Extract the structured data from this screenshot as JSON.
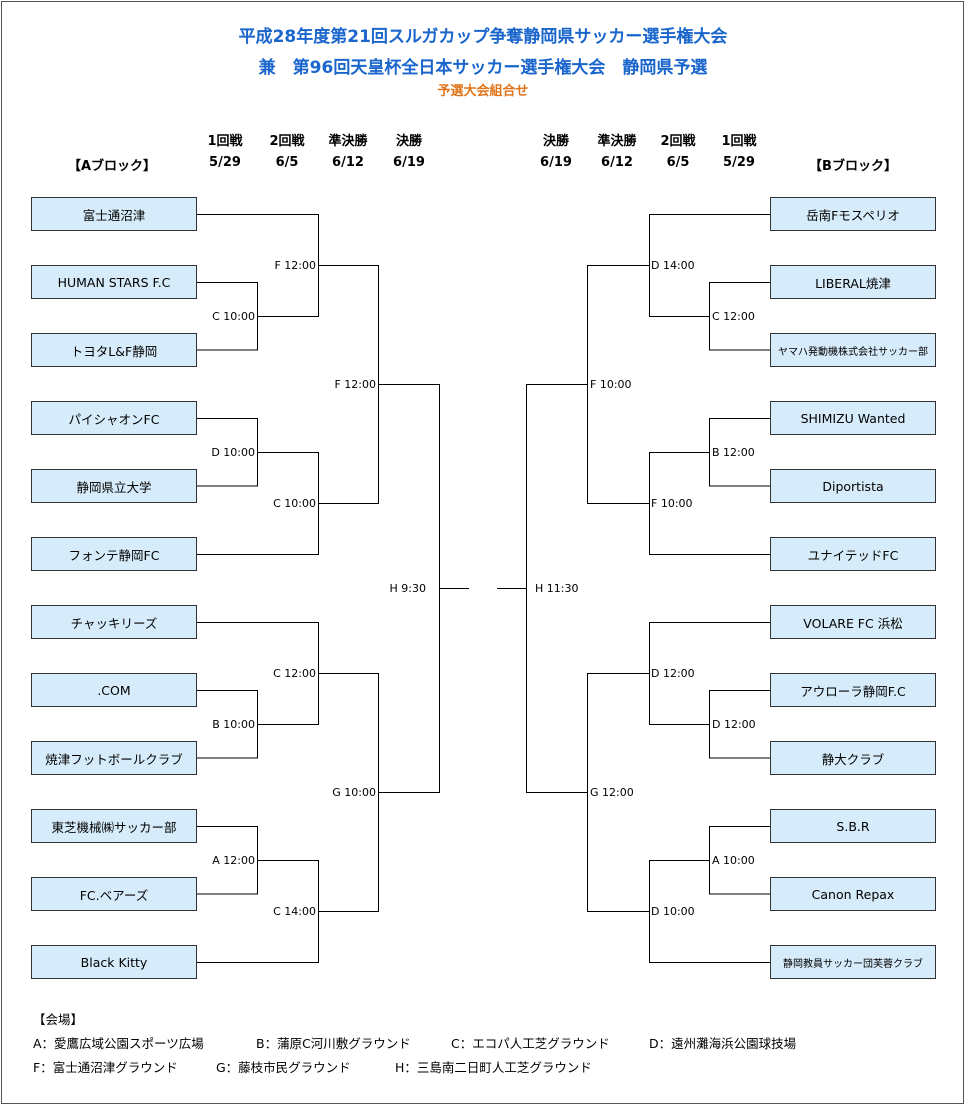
{
  "title_line1": "平成28年度第21回スルガカップ争奪静岡県サッカー選手権大会",
  "title_line2": "兼　第96回天皇杯全日本サッカー選手権大会　静岡県予選",
  "subtitle": "予選大会組合せ",
  "left_block_label": "【Aブロック】",
  "right_block_label": "【Bブロック】",
  "rounds_left": [
    {
      "name": "1回戦",
      "date": "5/29"
    },
    {
      "name": "2回戦",
      "date": "6/5"
    },
    {
      "name": "準決勝",
      "date": "6/12"
    },
    {
      "name": "決勝",
      "date": "6/19"
    }
  ],
  "rounds_right": [
    {
      "name": "決勝",
      "date": "6/19"
    },
    {
      "name": "準決勝",
      "date": "6/12"
    },
    {
      "name": "2回戦",
      "date": "6/5"
    },
    {
      "name": "1回戦",
      "date": "5/29"
    }
  ],
  "teams_a": [
    "富士通沼津",
    "HUMAN STARS F.C",
    "トヨタL&F静岡",
    "パイシャオンFC",
    "静岡県立大学",
    "フォンテ静岡FC",
    "チャッキリーズ",
    ".COM",
    "焼津フットボールクラブ",
    "東芝機械㈱サッカー部",
    "FC.ベアーズ",
    "Black  Kitty"
  ],
  "teams_b": [
    "岳南Fモスペリオ",
    "LIBERAL焼津",
    "ヤマハ発動機株式会社サッカー部",
    "SHIMIZU Wanted",
    "Diportista",
    "ユナイテッドFC",
    "VOLARE FC 浜松",
    "アウローラ静岡F.C",
    "静大クラブ",
    "S.B.R",
    "Canon Repax",
    "静岡教員サッカー団芙蓉クラブ"
  ],
  "matches_a": {
    "r1_1": "C 10:00",
    "r1_2": "D 10:00",
    "r1_3": "B 10:00",
    "r1_4": "A 12:00",
    "r2_1": "F 12:00",
    "r2_2": "C 10:00",
    "r2_3": "C 12:00",
    "r2_4": "C 14:00",
    "sf_1": "F 12:00",
    "sf_2": "G 10:00",
    "final": "H 9:30"
  },
  "matches_b": {
    "r1_1": "C 12:00",
    "r1_2": "B 12:00",
    "r1_3": "D 12:00",
    "r1_4": "A 10:00",
    "r2_1": "D 14:00",
    "r2_2": "F 10:00",
    "r2_3": "D 12:00",
    "r2_4": "D 10:00",
    "sf_1": "F 10:00",
    "sf_2": "G 12:00",
    "final": "H 11:30"
  },
  "venues_title": "【会場】",
  "venues": [
    "A：愛鷹広域公園スポーツ広場",
    "B：蒲原C河川敷グラウンド",
    "C：エコパ人工芝グラウンド",
    "D：遠州灘海浜公園球技場",
    "F：富士通沼津グラウンド",
    "G：藤枝市民グラウンド",
    "H：三島南二日町人工芝グラウンド"
  ],
  "colors": {
    "title": "#1a66cc",
    "subtitle": "#e0741a",
    "team_fill": "#d6ecfa"
  }
}
